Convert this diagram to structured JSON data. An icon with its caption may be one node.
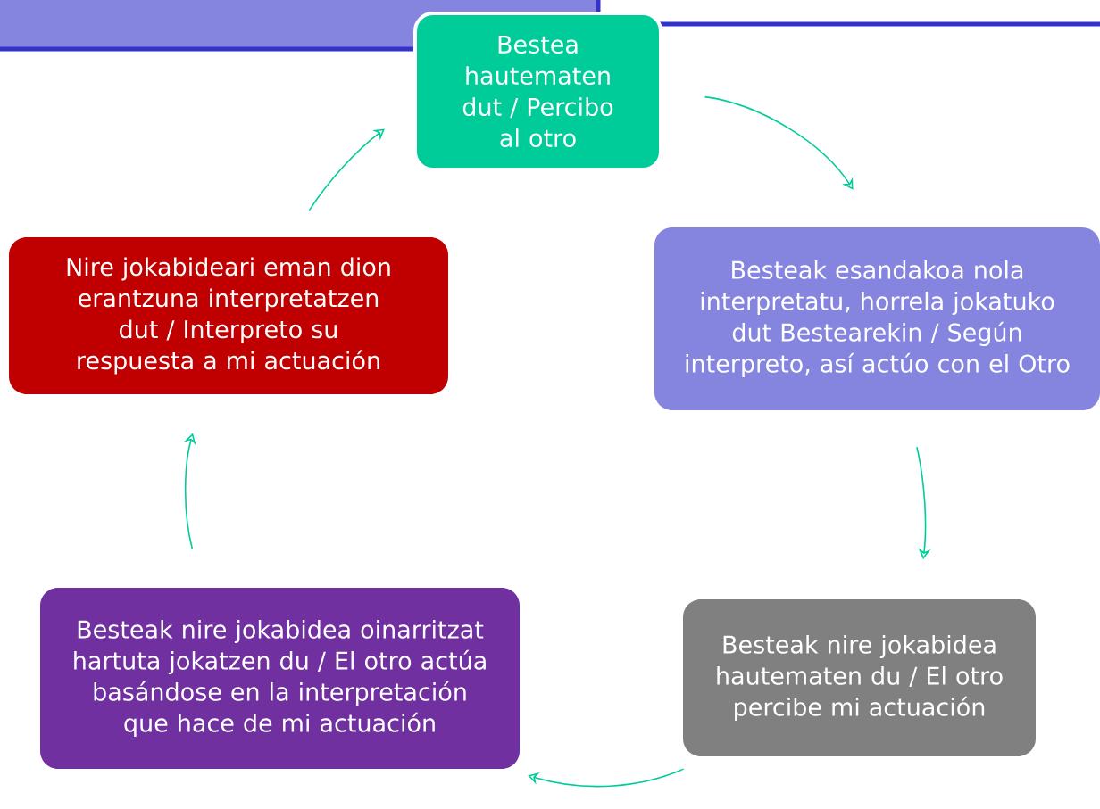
{
  "diagram": {
    "nodes": [
      {
        "text": [
          "Bestea hautematen dut / Percibo al otro"
        ]
      },
      {
        "text": [
          "Besteak esandakoa nola interpretatu, horrela jokatuko dut Bestearekin / Según interpreto, así actúo con el Otro"
        ]
      },
      {
        "text": [
          "Besteak nire jokabidea hautematen du / El otro percibe mi actuación"
        ]
      },
      {
        "text": [
          "Besteak nire jokabidea oinarritzat hartuta jokatzen du / El otro actúa basándose en la interpretación que hace de mi actuación"
        ]
      },
      {
        "text": [
          "Nire jokabideari eman dion erantzuna interpretatzen dut / Interpreto su respuesta a mi actuación"
        ]
      }
    ],
    "edges": [
      {
        "from": 0,
        "to": 1,
        "arrow": "to"
      },
      {
        "from": 1,
        "to": 2,
        "arrow": "to"
      },
      {
        "from": 2,
        "to": 3,
        "arrow": "to"
      },
      {
        "from": 3,
        "to": 4,
        "arrow": "to"
      },
      {
        "from": 4,
        "to": 0,
        "arrow": "to"
      }
    ]
  }
}
